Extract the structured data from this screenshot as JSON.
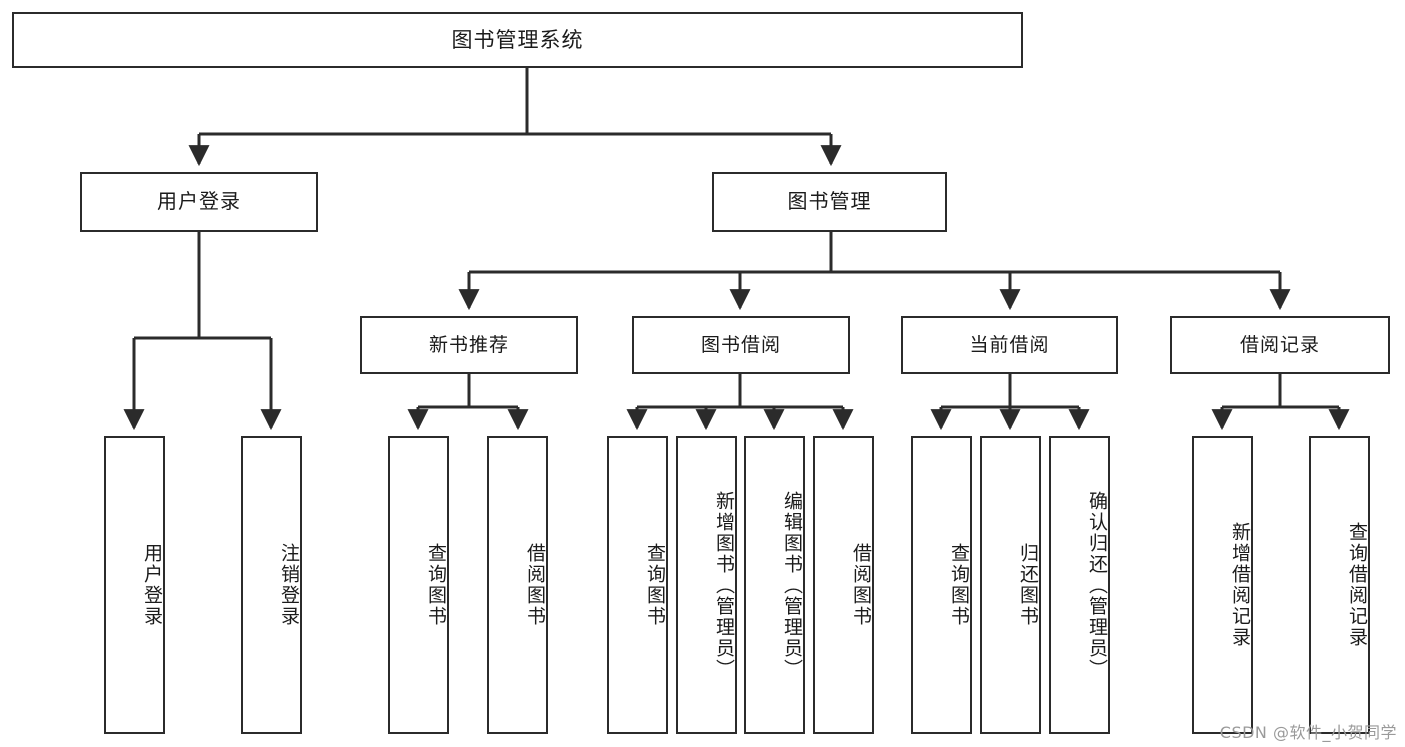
{
  "diagram": {
    "title": "图书管理系统",
    "type": "tree-hierarchy",
    "colors": {
      "box_border": "#2b2b2b",
      "box_fill": "#ffffff",
      "connector": "#2b2b2b",
      "text": "#1b1b1b",
      "watermark": "#9a9a9a"
    },
    "root": {
      "label": "图书管理系统"
    },
    "level1": [
      {
        "label": "用户登录"
      },
      {
        "label": "图书管理"
      }
    ],
    "level2": [
      {
        "label": "新书推荐"
      },
      {
        "label": "图书借阅"
      },
      {
        "label": "当前借阅"
      },
      {
        "label": "借阅记录"
      }
    ],
    "leaves": {
      "user_login": [
        {
          "label": "用户登录"
        },
        {
          "label": "注销登录"
        }
      ],
      "new_book_recommend": [
        {
          "label": "查询图书"
        },
        {
          "label": "借阅图书"
        }
      ],
      "book_borrow": [
        {
          "label": "查询图书"
        },
        {
          "label": "新增图书（管理员）"
        },
        {
          "label": "编辑图书（管理员）"
        },
        {
          "label": "借阅图书"
        }
      ],
      "current_borrow": [
        {
          "label": "查询图书"
        },
        {
          "label": "归还图书"
        },
        {
          "label": "确认归还（管理员）"
        }
      ],
      "borrow_record": [
        {
          "label": "新增借阅记录"
        },
        {
          "label": "查询借阅记录"
        }
      ]
    }
  },
  "watermark": {
    "text": "CSDN @软件_小贺同学"
  }
}
